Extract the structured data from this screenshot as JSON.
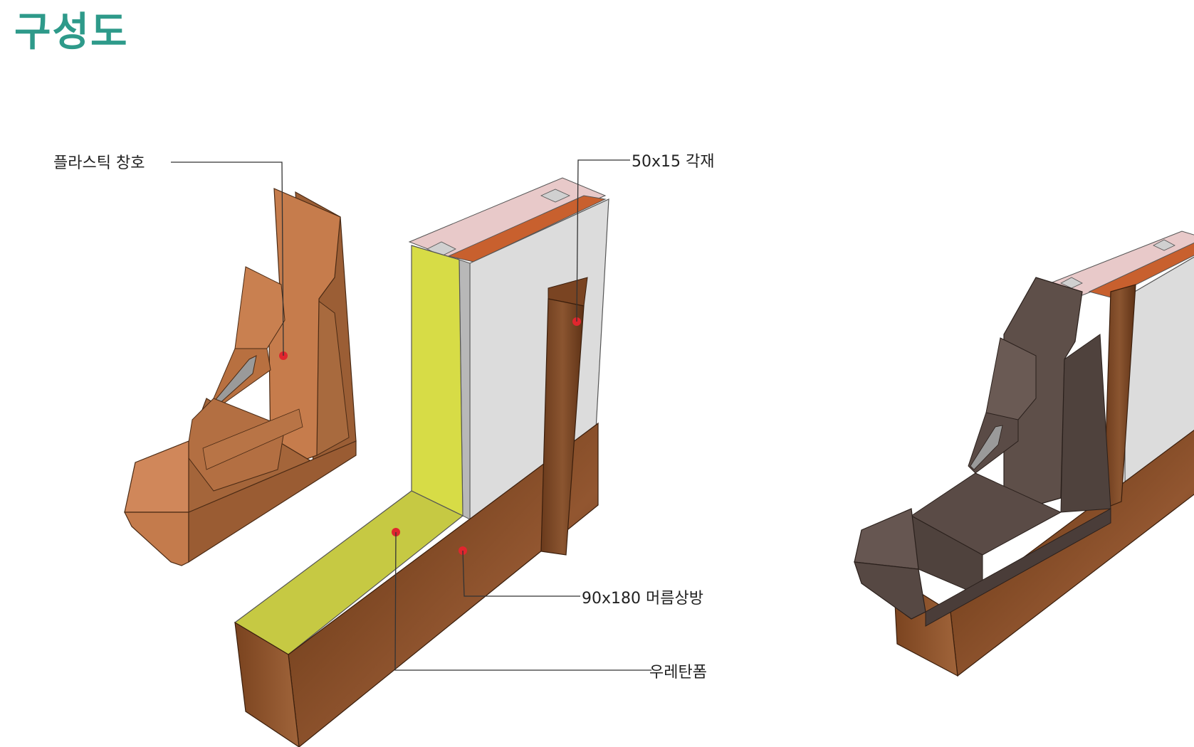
{
  "page": {
    "title": "구성도"
  },
  "callouts": {
    "plastic_window": "플라스틱 창호",
    "stud_50x15": "50x15 각재",
    "sill_90x180": "90x180 머름상방",
    "urethane_foam": "우레탄폼"
  },
  "colors": {
    "title": "#2e9a8a",
    "window_orange": "#c57a4a",
    "window_dark": "#5a4b46",
    "wood": "#8a5228",
    "foam": "#cfd640",
    "panel_face": "#dcdcdc",
    "marker": "#e0262e",
    "leader": "#333333"
  }
}
